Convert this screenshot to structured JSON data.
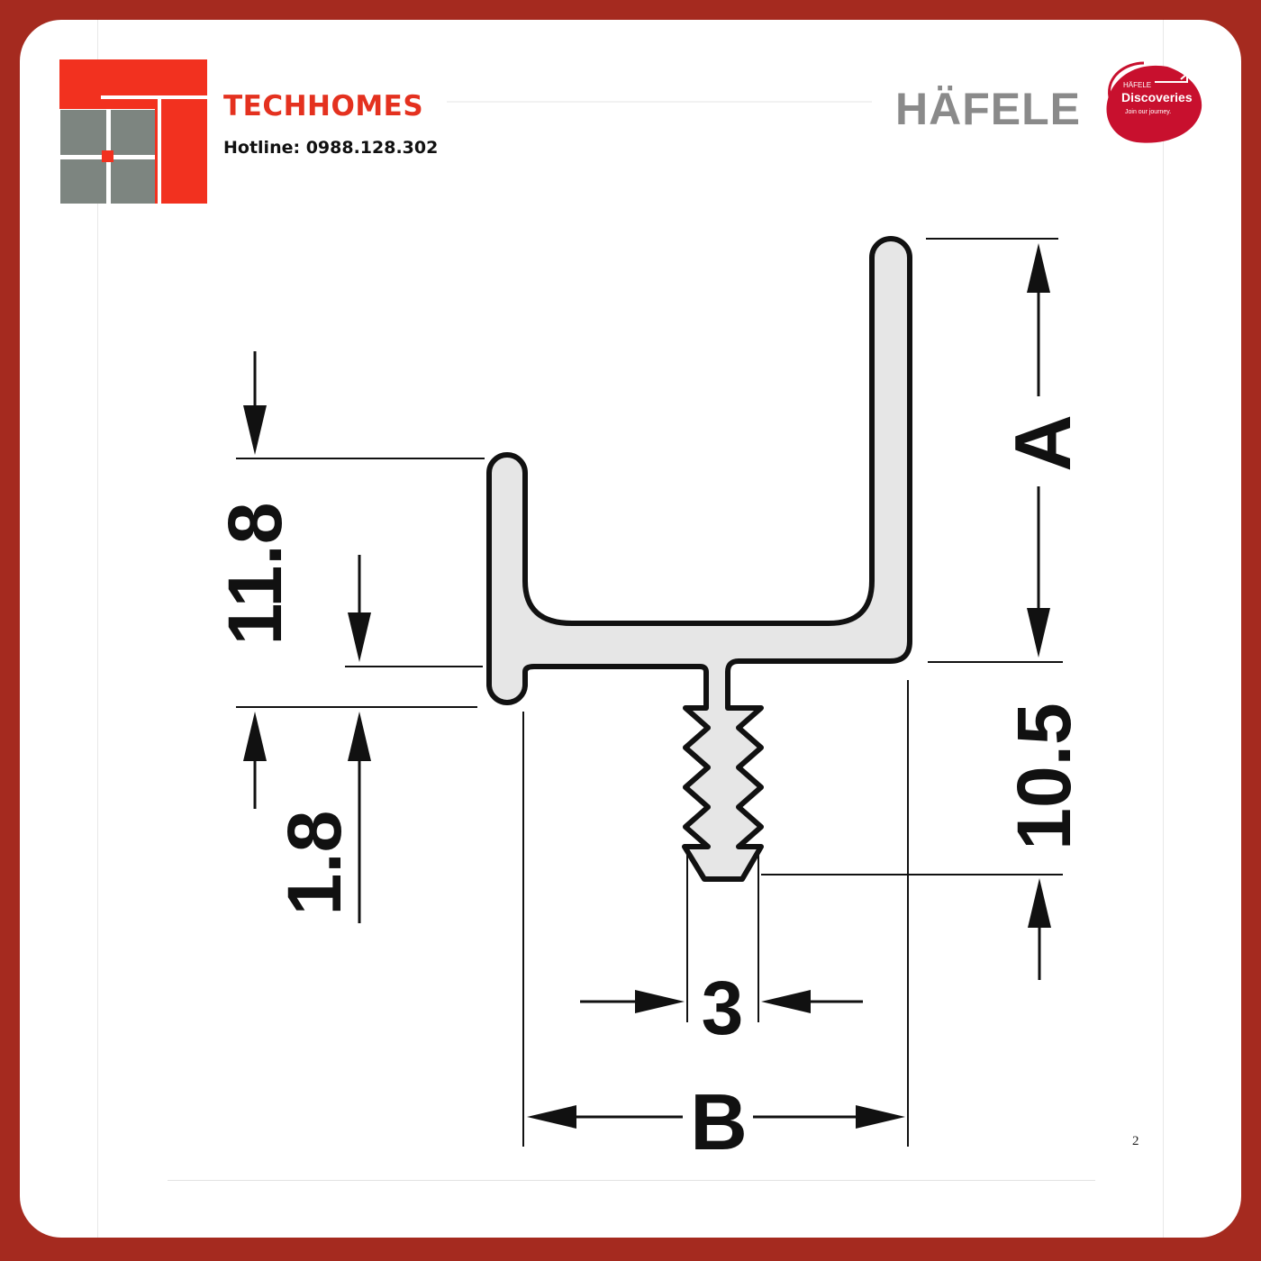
{
  "header": {
    "brand_name": "TECHHOMES",
    "hotline": "Hotline: 0988.128.302",
    "partner_logo_word": "HÄFELE",
    "partner_badge_top": "HÄFELE",
    "partner_badge_main": "Discoveries",
    "partner_badge_tagline": "Join our journey."
  },
  "colors": {
    "frame": "#a52a1f",
    "brand_red": "#e4311f",
    "logo_grey": "#7d8580",
    "profile_fill": "#e6e6e6",
    "line": "#111111",
    "badge_red": "#c8102e"
  },
  "diagram": {
    "dimension_labels": {
      "height_a": "A",
      "width_b": "B",
      "total_left": "11.8",
      "base_left": "1.8",
      "right_lower": "10.5",
      "stem_width": "3"
    }
  },
  "footer": {
    "page_number": "2"
  }
}
